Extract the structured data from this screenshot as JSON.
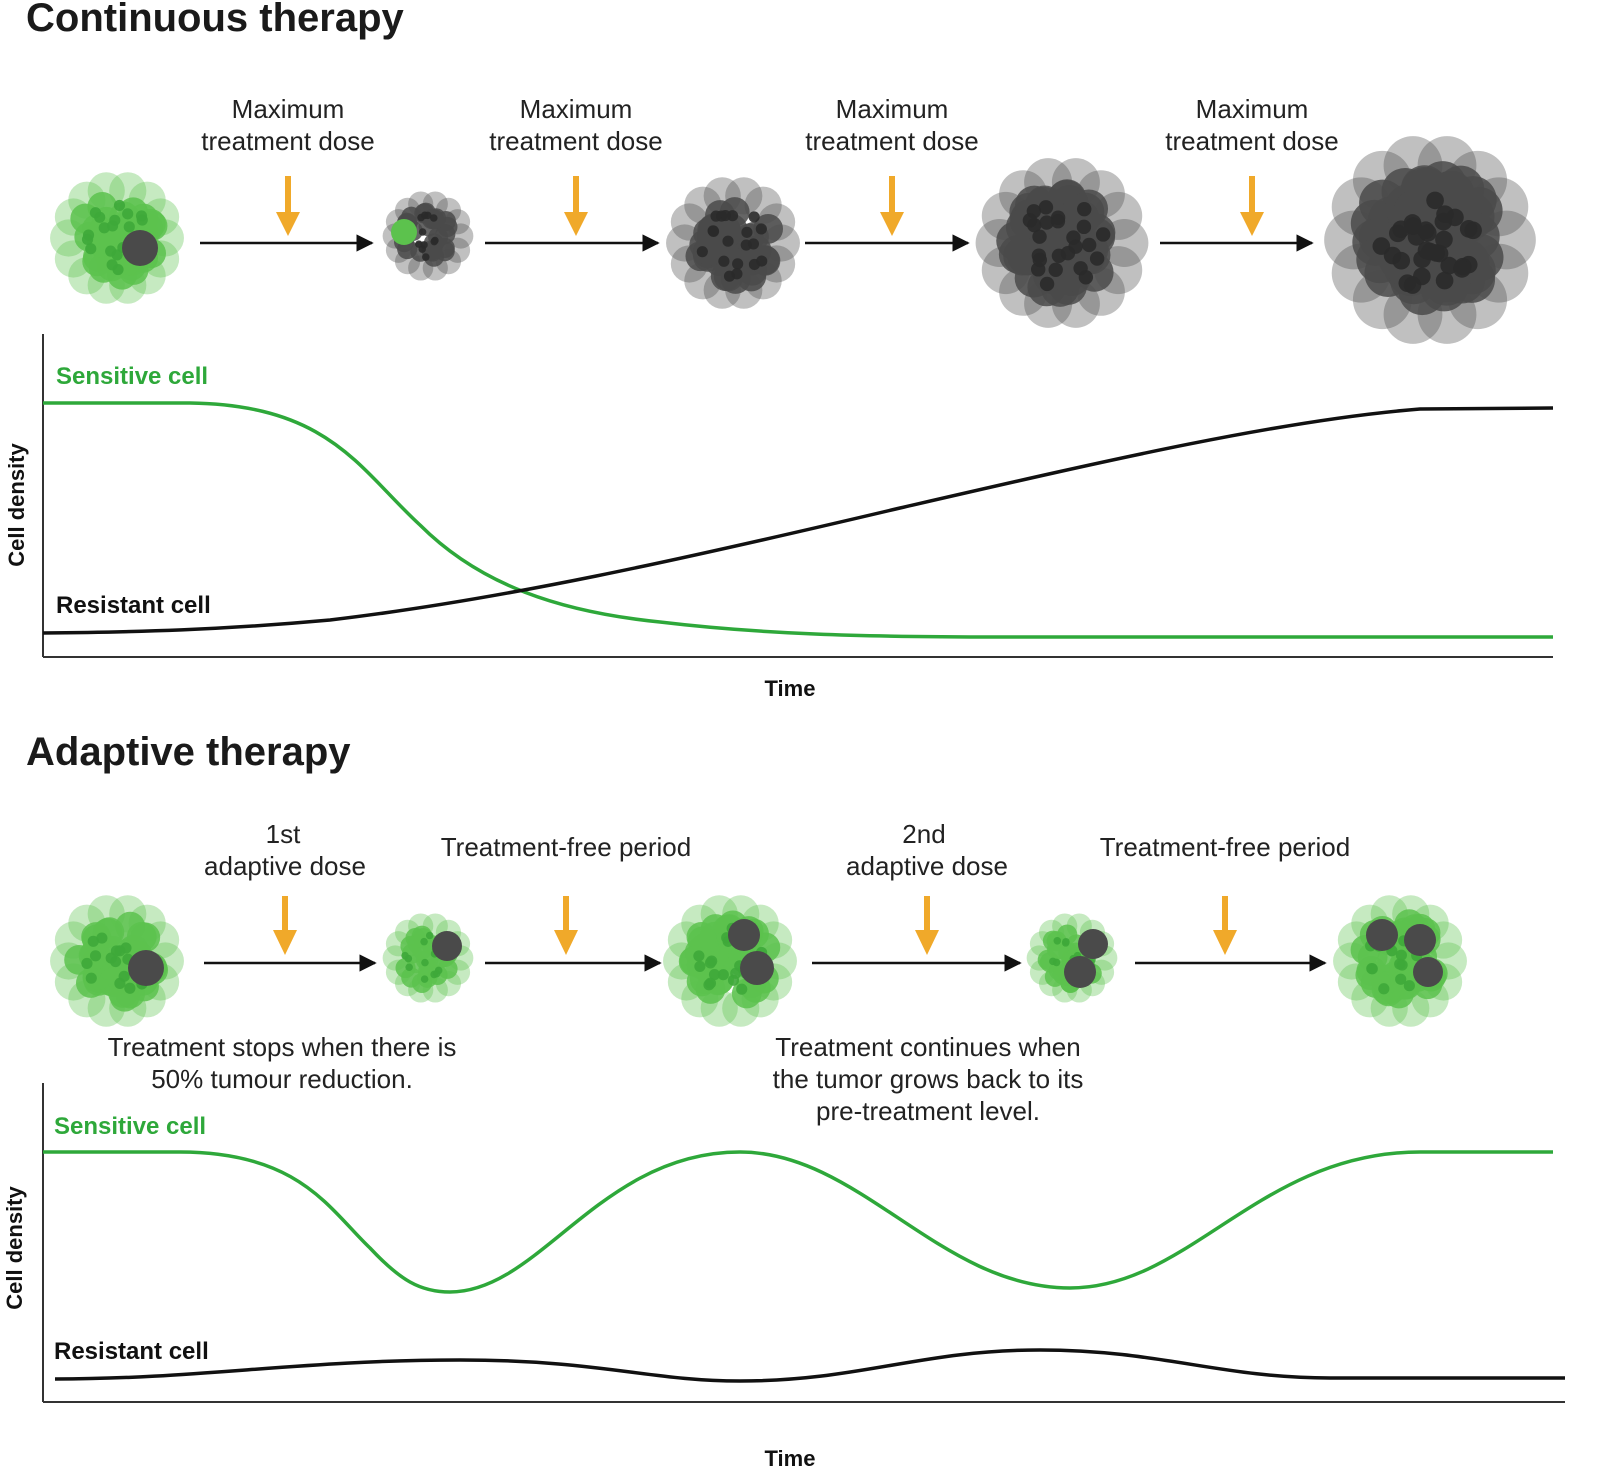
{
  "colors": {
    "sensitive": "#2ea83a",
    "resistant": "#111111",
    "dose_arrow": "#f0a92a",
    "axis": "#333333",
    "cell_green": "#5cc24d",
    "cell_dark": "#4a4a4a"
  },
  "continuous": {
    "title": "Continuous therapy",
    "steps": [
      {
        "line1": "Maximum",
        "line2": "treatment dose"
      },
      {
        "line1": "Maximum",
        "line2": "treatment dose"
      },
      {
        "line1": "Maximum",
        "line2": "treatment dose"
      },
      {
        "line1": "Maximum",
        "line2": "treatment dose"
      }
    ],
    "tumors": [
      {
        "stage": 1,
        "composition": "mostly sensitive, one resistant cell"
      },
      {
        "stage": 2,
        "composition": "small, one sensitive cell left"
      },
      {
        "stage": 3,
        "composition": "resistant only"
      },
      {
        "stage": 4,
        "composition": "resistant only, larger"
      },
      {
        "stage": 5,
        "composition": "resistant only, largest"
      }
    ],
    "chart": {
      "ylabel": "Cell density",
      "xlabel": "Time",
      "sensitive_label": "Sensitive cell",
      "resistant_label": "Resistant cell"
    }
  },
  "adaptive": {
    "title": "Adaptive therapy",
    "steps": [
      {
        "line1": "1st",
        "line2": "adaptive dose"
      },
      {
        "line1": "",
        "line2": "Treatment-free period"
      },
      {
        "line1": "2nd",
        "line2": "adaptive dose"
      },
      {
        "line1": "",
        "line2": "Treatment-free period"
      }
    ],
    "notes": [
      {
        "line1": "Treatment stops when there is",
        "line2": "50% tumour reduction.",
        "line3": ""
      },
      {
        "line1": "Treatment continues when",
        "line2": "the tumor grows back to its",
        "line3": "pre-treatment level."
      }
    ],
    "chart": {
      "ylabel": "Cell density",
      "xlabel": "Time",
      "sensitive_label": "Sensitive cell",
      "resistant_label": "Resistant cell"
    }
  }
}
